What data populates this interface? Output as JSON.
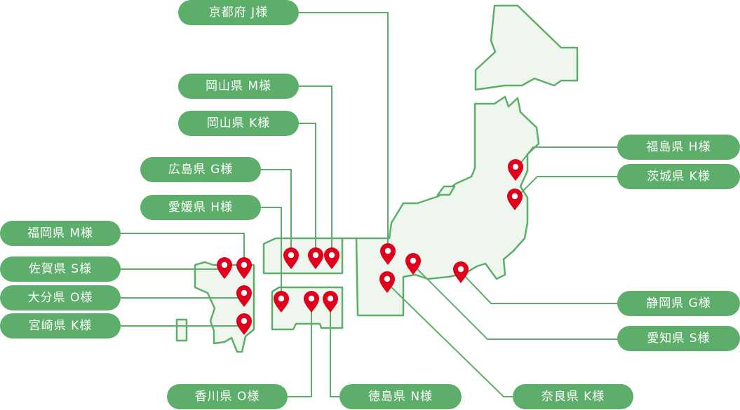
{
  "colors": {
    "land_fill": "#eef6ee",
    "land_stroke": "#5cae6a",
    "line": "#5cae6a",
    "label_bg": "#5cae6a",
    "label_text": "#ffffff",
    "pin": "#e0001b"
  },
  "labels": {
    "kyoto_j": "京都府 J様",
    "okayama_m": "岡山県 M様",
    "okayama_k": "岡山県 K様",
    "hiroshima_g": "広島県 G様",
    "ehime_h": "愛媛県 H様",
    "fukuoka_m": "福岡県 M様",
    "saga_s": "佐賀県 S様",
    "oita_o": "大分県 O様",
    "miyazaki_k": "宮崎県 K様",
    "kagawa_o": "香川県 O様",
    "tokushima_n": "徳島県 N様",
    "fukushima_h": "福島県 H様",
    "ibaraki_k": "茨城県 K様",
    "shizuoka_g": "静岡県 G様",
    "aichi_s": "愛知県 S様",
    "nara_k": "奈良県 K様"
  }
}
